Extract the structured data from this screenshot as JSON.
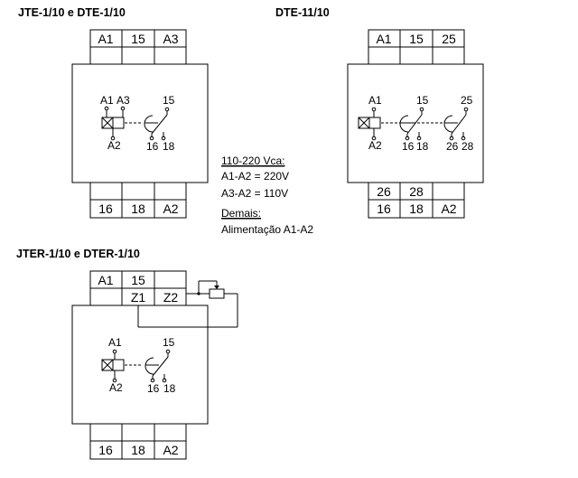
{
  "titles": {
    "jte": "JTE-1/10 e DTE-1/10",
    "dte11": "DTE-11/10",
    "jter": "JTER-1/10 e DTER-1/10"
  },
  "jte": {
    "top_terminals": [
      "A1",
      "15",
      "A3"
    ],
    "bottom_terminals": [
      "16",
      "18",
      "A2"
    ],
    "labels": {
      "a1": "A1",
      "a3": "A3",
      "a2": "A2",
      "c15": "15",
      "c16": "16",
      "c18": "18"
    }
  },
  "dte11": {
    "top_terminals": [
      "A1",
      "15",
      "25"
    ],
    "bottom_row_1": [
      "26",
      "28",
      ""
    ],
    "bottom_row_2": [
      "16",
      "18",
      "A2"
    ],
    "labels": {
      "a1": "A1",
      "a2": "A2",
      "c15": "15",
      "c16": "16",
      "c18": "18",
      "c25": "25",
      "c26": "26",
      "c28": "28"
    }
  },
  "jter": {
    "top_row_1": [
      "A1",
      "15",
      ""
    ],
    "top_row_2": [
      "",
      "Z1",
      "Z2"
    ],
    "bottom_terminals": [
      "16",
      "18",
      "A2"
    ],
    "labels": {
      "a1": "A1",
      "a2": "A2",
      "c15": "15",
      "c16": "16",
      "c18": "18"
    }
  },
  "notes": {
    "heading": "110-220 Vca:",
    "line1": "A1-A2 = 220V",
    "line2": "A3-A2 = 110V",
    "heading2": "Demais:",
    "line3": "Alimentação A1-A2"
  }
}
